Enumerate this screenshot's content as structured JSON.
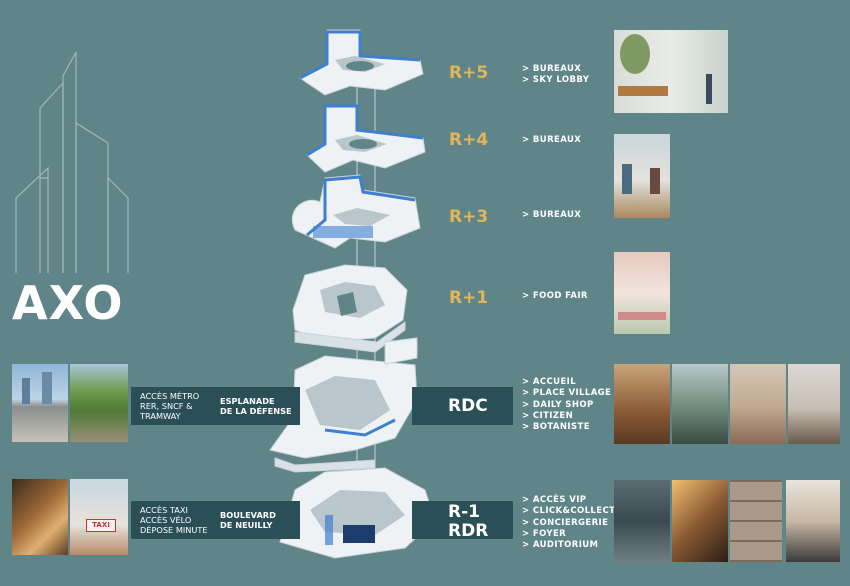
{
  "title": "AXO",
  "levels": [
    {
      "name": "R+5",
      "items": [
        "BUREAUX",
        "SKY LOBBY"
      ]
    },
    {
      "name": "R+4",
      "items": [
        "BUREAUX"
      ]
    },
    {
      "name": "R+3",
      "items": [
        "BUREAUX"
      ]
    },
    {
      "name": "R+1",
      "items": [
        "FOOD FAIR"
      ]
    },
    {
      "name": "RDC",
      "items": [
        "ACCUEIL",
        "PLACE VILLAGE",
        "DAILY SHOP",
        "CITIZEN",
        "BOTANISTE"
      ]
    },
    {
      "name": "R-1",
      "name2": "RDR",
      "items": [
        "ACCÈS VIP",
        "CLICK&COLLECT",
        "CONCIERGERIE",
        "FOYER",
        "AUDITORIUM"
      ]
    }
  ],
  "rdc_band": {
    "access": [
      "ACCÈS MÉTRO",
      "RER, SNCF &",
      "TRAMWAY"
    ],
    "place": [
      "ESPLANADE",
      "DE LA DÉFENSE"
    ]
  },
  "r1_band": {
    "access": [
      "ACCÈS TAXI",
      "ACCÈS VÉLO",
      "DÉPOSE MINUTE"
    ],
    "place": [
      "BOULEVARD",
      "DE NEUILLY"
    ]
  },
  "taxi_sign": "TAXI",
  "colors": {
    "background": "#5f8588",
    "band": "#2b4f56",
    "level_gold": "#e3b55a",
    "glass": "#3f7fd0"
  }
}
